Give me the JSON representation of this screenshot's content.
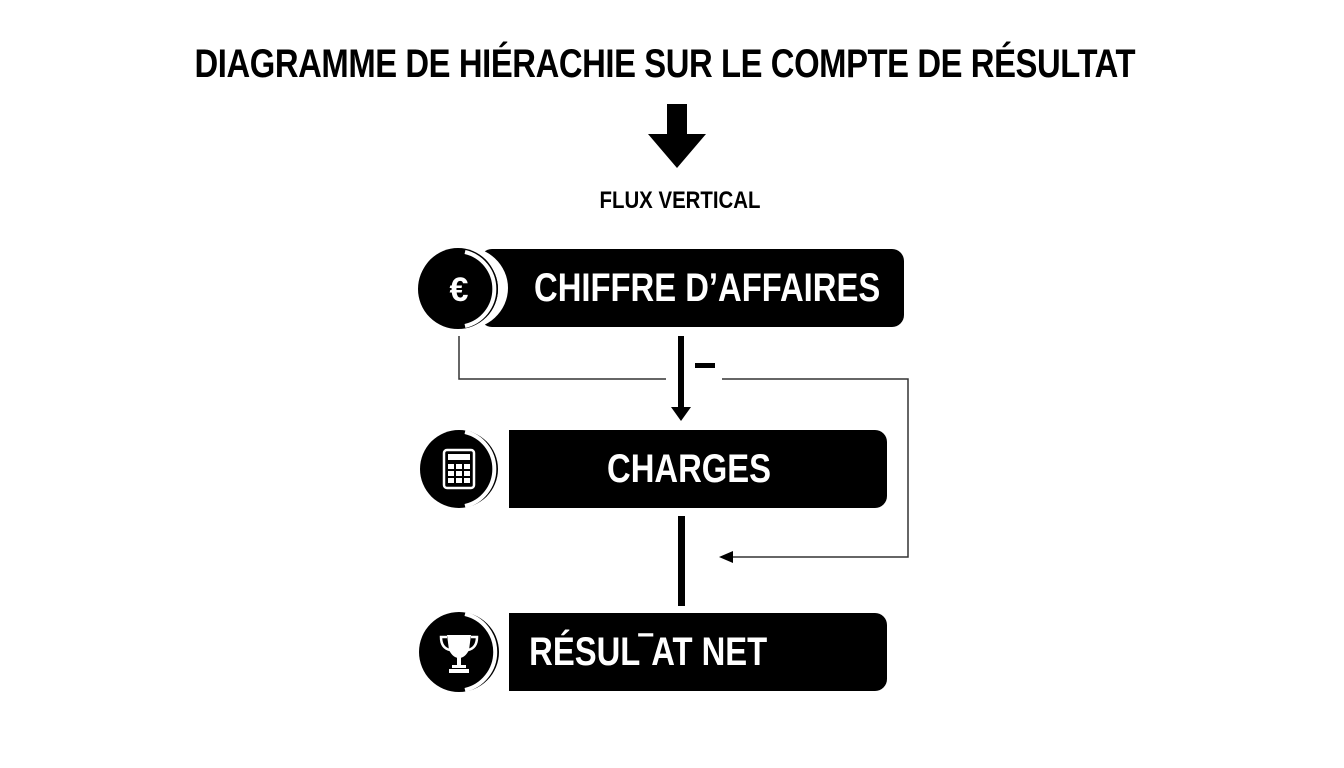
{
  "title": "DIAGRAMME DE HIÉRACHIE SUR LE COMPTE DE RÉSULTAT",
  "flow": {
    "arrow_icon": "arrow-down-icon",
    "label": "FLUX VERTICAL"
  },
  "nodes": [
    {
      "label": "CHIFFRE D’AFFAIRES",
      "icon": "euro-icon",
      "icon_glyph": "€"
    },
    {
      "label": "CHARGES",
      "icon": "calculator-icon"
    },
    {
      "label": "RÉSULTAT NET",
      "display_label": "RÉSUL‾AT NET",
      "icon": "trophy-icon"
    }
  ],
  "connectors": {
    "minus_sign": "–"
  },
  "colors": {
    "background": "#ffffff",
    "box": "#000000",
    "box_text": "#ffffff",
    "line": "#333333"
  }
}
